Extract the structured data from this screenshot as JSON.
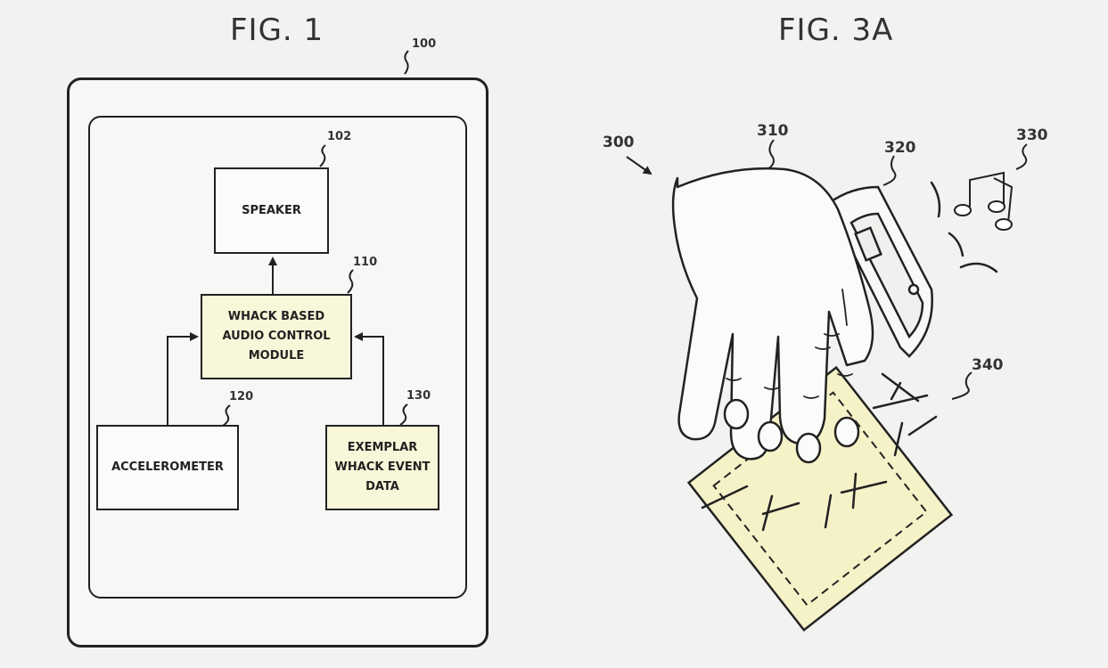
{
  "fig1": {
    "title": "FIG. 1",
    "ref_device": "100",
    "speaker": {
      "ref": "102",
      "label": "SPEAKER"
    },
    "module": {
      "ref": "110",
      "lines": [
        "WHACK BASED",
        "AUDIO CONTROL",
        "MODULE"
      ]
    },
    "accelerometer": {
      "ref": "120",
      "label": "ACCELEROMETER"
    },
    "exemplar": {
      "ref": "130",
      "lines": [
        "EXEMPLAR",
        "WHACK EVENT",
        "DATA"
      ]
    }
  },
  "fig3a": {
    "title": "FIG. 3A",
    "ref_system": "300",
    "ref_hand": "310",
    "ref_device": "320",
    "ref_music": "330",
    "ref_surface": "340"
  },
  "colors": {
    "block_fill": "#f9f7d9",
    "surface_fill": "#f6f2c8",
    "ink": "#222222"
  }
}
